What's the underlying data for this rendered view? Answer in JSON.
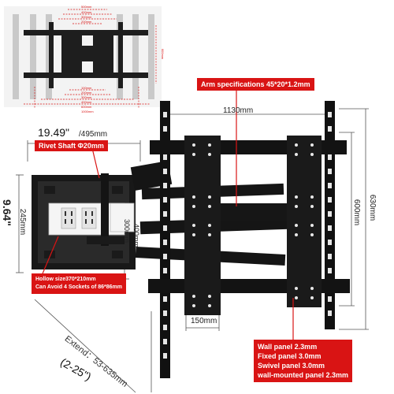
{
  "colors": {
    "accent_red": "#d91414",
    "mount_black": "#141414",
    "dim_line": "#555555",
    "background": "#ffffff"
  },
  "thumbnail": {
    "top_labels": [
      "500mm",
      "400mm",
      "300mm",
      "200mm"
    ],
    "bottom_labels": [
      "100mm",
      "200mm",
      "300mm",
      "400mm",
      "600mm",
      "1000mm"
    ],
    "side_label": "600mm"
  },
  "labels": {
    "arm_spec": "Arm specifications 45*20*1.2mm",
    "width_dim": "1130mm",
    "bracket_width_inches": "19.49\"",
    "bracket_width_mm": "/495mm",
    "rivet_shaft": "Rivet Shaft Φ20mm",
    "height_inches": "9.64\"",
    "height_mm": "245mm",
    "vertical_outer": "630mm",
    "vertical_inner": "600mm",
    "vesa_300": "300mm",
    "vesa_400": "400mm",
    "hollow_line1": "Hollow size370*210mm",
    "hollow_line2": "Can Avoid 4 Sockets of 86*86mm",
    "extend": "Extend：53-635mm",
    "extend_inches": "(2-25\")",
    "panel_width": "150mm",
    "panel_specs": [
      "Wall panel 2.3mm",
      "Fixed panel 3.0mm",
      "Swivel panel 3.0mm",
      "wall-mounted panel 2.3mm"
    ]
  }
}
